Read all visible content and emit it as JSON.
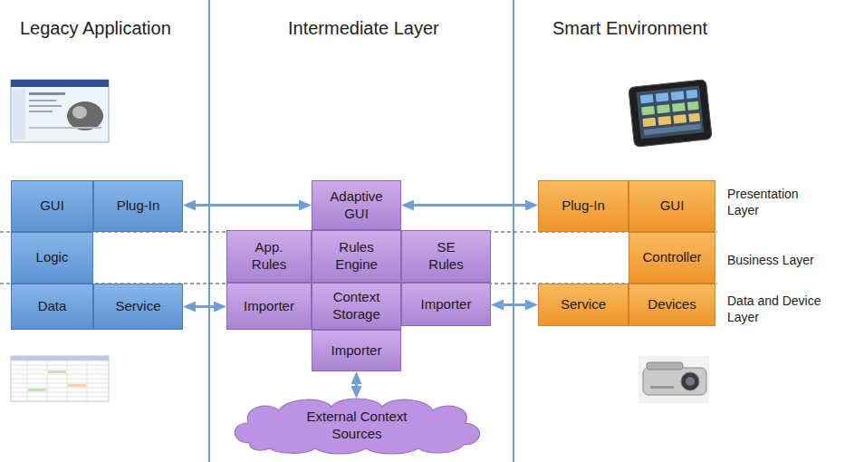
{
  "diagram": {
    "nodes": [
      {
        "text": [
          "GUI"
        ]
      },
      {
        "text": [
          "Plug-In"
        ]
      },
      {
        "text": [
          "Logic"
        ]
      },
      {
        "text": [
          "Data"
        ]
      },
      {
        "text": [
          "Service"
        ]
      },
      {
        "text": [
          "Adaptive GUI"
        ]
      },
      {
        "text": [
          "App. Rules"
        ]
      },
      {
        "text": [
          "Rules Engine"
        ]
      },
      {
        "text": [
          "SE Rules"
        ]
      },
      {
        "text": [
          "Importer"
        ]
      },
      {
        "text": [
          "Context Storage"
        ]
      },
      {
        "text": [
          "Importer"
        ]
      },
      {
        "text": [
          "Importer"
        ]
      },
      {
        "text": [
          "External Context Sources"
        ]
      },
      {
        "text": [
          "Plug-In"
        ]
      },
      {
        "text": [
          "GUI"
        ]
      },
      {
        "text": [
          "Controller"
        ]
      },
      {
        "text": [
          "Service"
        ]
      },
      {
        "text": [
          "Devices"
        ]
      }
    ],
    "edges": [
      {
        "from": 1,
        "to": 5,
        "arrow": "both"
      },
      {
        "from": 5,
        "to": 14,
        "arrow": "both"
      },
      {
        "from": 4,
        "to": 9,
        "arrow": "both"
      },
      {
        "from": 11,
        "to": 17,
        "arrow": "both"
      },
      {
        "from": 12,
        "to": 13,
        "arrow": "both"
      }
    ],
    "labels": [
      "Legacy Application",
      "Intermediate Layer",
      "Smart Environment",
      "Presentation Layer",
      "Business Layer",
      "Data and Device Layer"
    ]
  }
}
